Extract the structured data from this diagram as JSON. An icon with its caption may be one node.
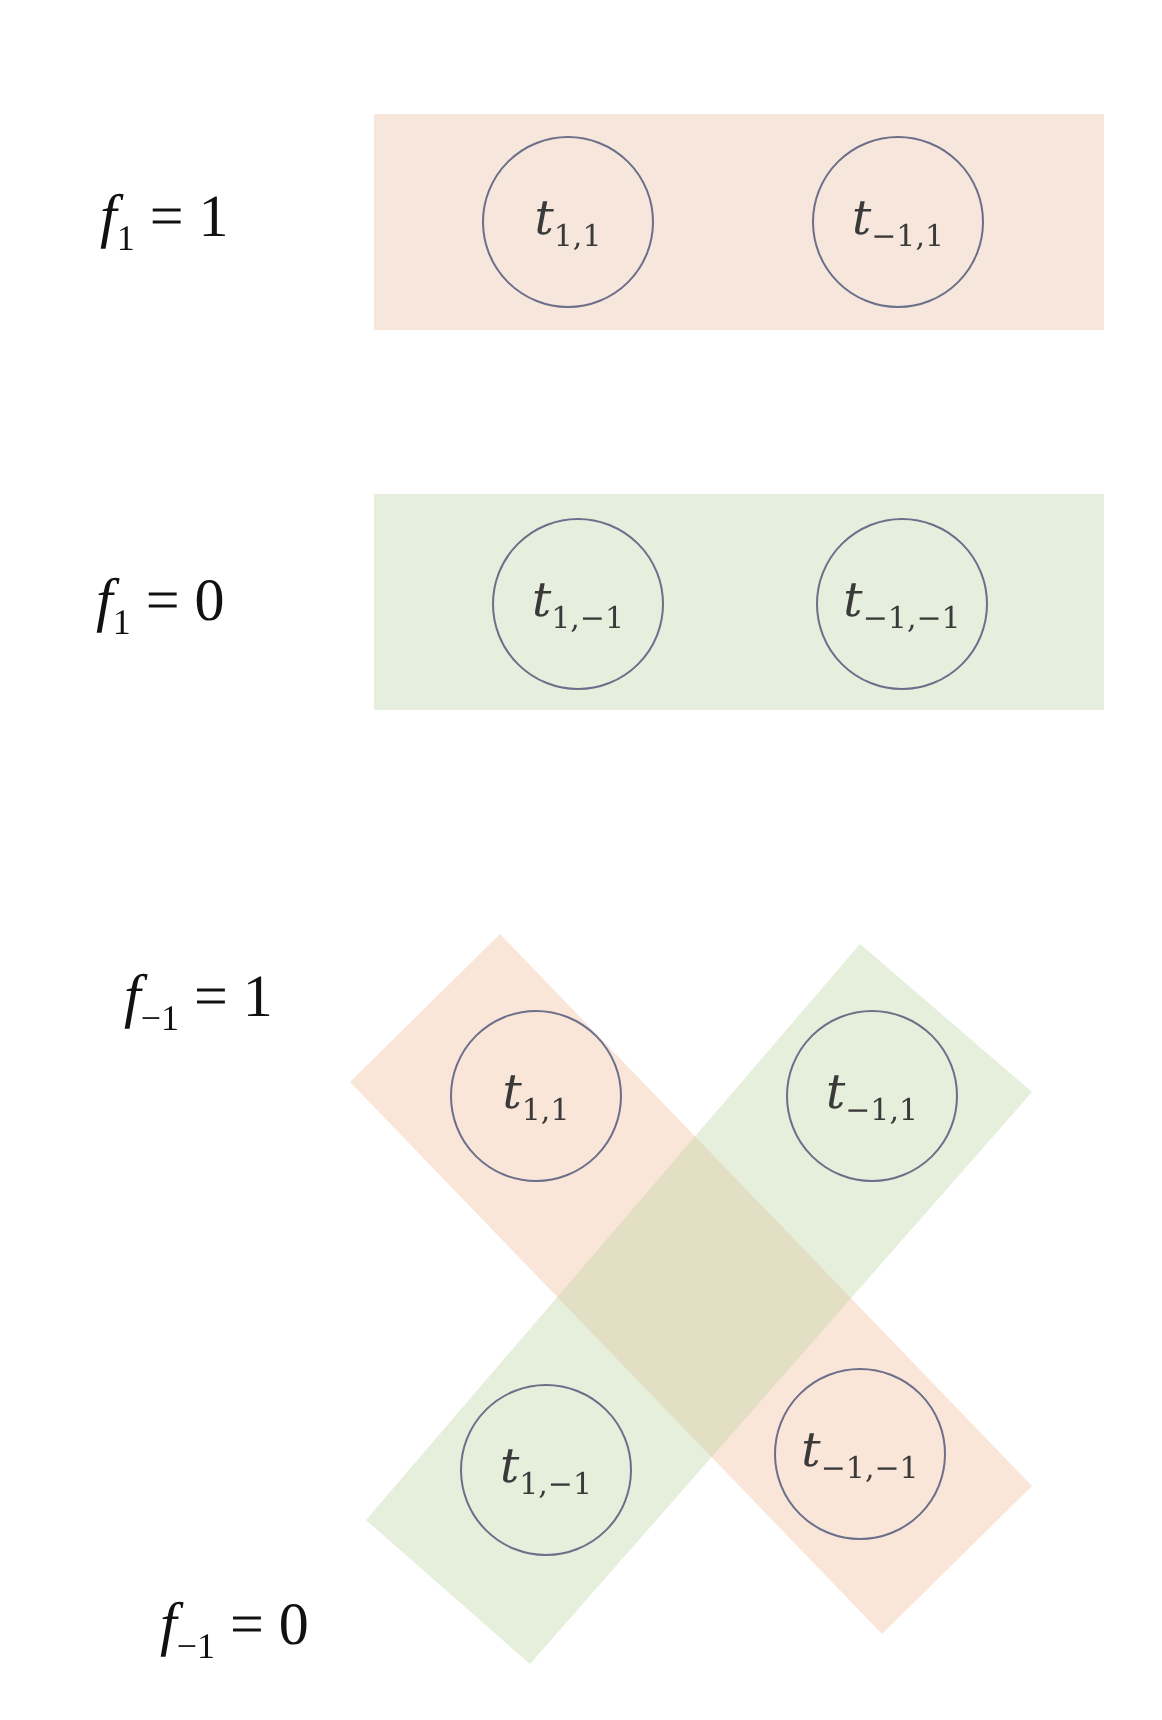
{
  "diagram": {
    "nodes": [
      {
        "text": [],
        "shape": "box",
        "beside": [
          "*f*$_{1}$ = 1"
        ]
      },
      {
        "text": [
          "*t*$_{1,1}$"
        ],
        "in": 0
      },
      {
        "text": [
          "*t*$_{−1,1}$"
        ],
        "in": 0
      },
      {
        "text": [],
        "shape": "box",
        "beside": [
          "*f*$_{1}$ = 0"
        ]
      },
      {
        "text": [
          "*t*$_{1,−1}$"
        ],
        "in": 3
      },
      {
        "text": [
          "*t*$_{−1,−1}$"
        ],
        "in": 3
      },
      {
        "text": [],
        "shape": "box",
        "beside": [
          "*f*$_{−1}$ = 1"
        ]
      },
      {
        "text": [
          "*t*$_{1,1}$"
        ],
        "in": 6
      },
      {
        "text": [
          "*t*$_{−1,−1}$"
        ],
        "in": 6
      },
      {
        "text": [],
        "shape": "box",
        "beside": [
          "*f*$_{−1}$ = 0"
        ]
      },
      {
        "text": [
          "*t*$_{−1,1}$"
        ],
        "in": 9
      },
      {
        "text": [
          "*t*$_{1,−1}$"
        ],
        "in": 9
      }
    ]
  }
}
